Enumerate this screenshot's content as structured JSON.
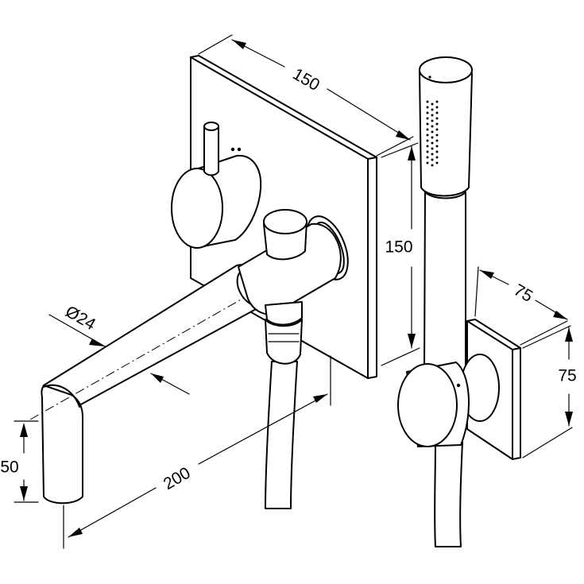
{
  "dimensions": {
    "plate_width": "150",
    "plate_height": "150",
    "bracket_width": "75",
    "bracket_height": "75",
    "spout_diameter": "Ø24",
    "spout_length": "200",
    "spout_drop": "50"
  },
  "colors": {
    "line": "#000000",
    "background": "#ffffff"
  }
}
